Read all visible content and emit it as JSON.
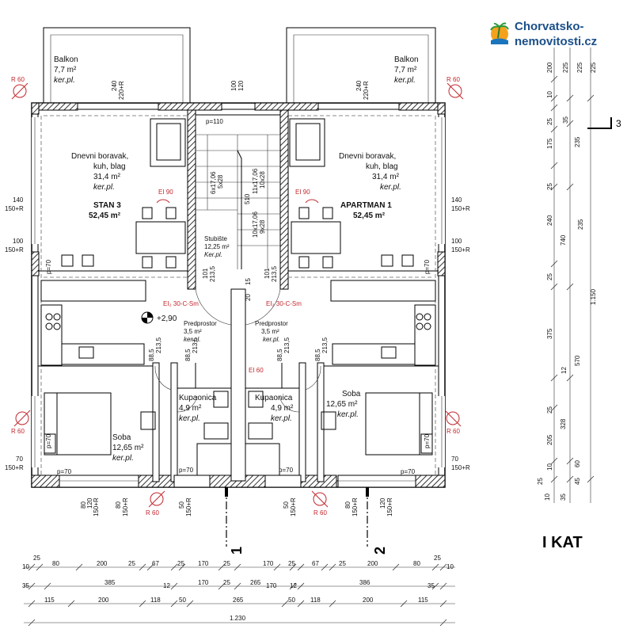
{
  "logo": {
    "line1": "Chorvatsko-",
    "line2": "nemovitosti.cz"
  },
  "floor_title": "I KAT",
  "section_mark": "3",
  "section_cuts": [
    "1",
    "2"
  ],
  "rooms": {
    "balkon_left": {
      "name": "Balkon",
      "area": "7,7 m²",
      "floor": "ker.pl."
    },
    "balkon_right": {
      "name": "Balkon",
      "area": "7,7 m²",
      "floor": "ker.pl."
    },
    "living_left": {
      "name1": "Dnevni boravak,",
      "name2": "kuh, blag",
      "area": "31,4 m²",
      "floor": "ker.pl."
    },
    "living_right": {
      "name1": "Dnevni boravak,",
      "name2": "kuh, blag",
      "area": "31,4 m²",
      "floor": "ker.pl."
    },
    "stan3": {
      "name": "STAN 3",
      "area": "52,45 m²"
    },
    "apartman1": {
      "name": "APARTMAN 1",
      "area": "52,45 m²"
    },
    "stubiste": {
      "name": "Stubište",
      "area": "12,25 m²",
      "floor": "Ker.pl."
    },
    "predprostor_left": {
      "name": "Predprostor",
      "area": "3,5 m²",
      "floor": "ker.pl."
    },
    "predprostor_right": {
      "name": "Predprostor",
      "area": "3,5 m²",
      "floor": "ker.pl."
    },
    "kupaonica_left": {
      "name": "Kupaonica",
      "area": "4,9 m²",
      "floor": "ker.pl."
    },
    "kupaonica_right": {
      "name": "Kupaonica",
      "area": "4,9 m²",
      "floor": "ker.pl."
    },
    "soba_left": {
      "name": "Soba",
      "area": "12,65 m²",
      "floor": "ker.pl."
    },
    "soba_right": {
      "name": "Soba",
      "area": "12,65 m²",
      "floor": "ker.pl."
    }
  },
  "labels": {
    "r60": "R 60",
    "ei90": "EI 90",
    "ei60": "EI 60",
    "ei2": "EI₂ 30-C-Sm",
    "level": "+2,90",
    "p110": "p=110",
    "p70": "p=70",
    "stairs_a": "6x17,06",
    "stairs_a2": "5x28",
    "stairs_b": "11x17,06",
    "stairs_b2": "10x28",
    "stairs_c": "10x17,06",
    "stairs_c2": "9x28",
    "s510": "510",
    "s101": "101",
    "s2135": "213,5",
    "s885": "88,5",
    "s20": "20",
    "s15": "15"
  },
  "window_dims": {
    "top_240": "240",
    "top_220r": "220+R",
    "top_100": "100",
    "top_120": "120",
    "side_140": "140",
    "side_150r": "150+R",
    "side_100": "100",
    "side_70": "70",
    "bot_80": "80",
    "bot_120": "120",
    "bot_50": "50"
  },
  "right_dims": {
    "col1": [
      "200",
      "10",
      "25",
      "175",
      "25",
      "240",
      "25",
      "375",
      "12",
      "25",
      "205",
      "10",
      "25",
      "10"
    ],
    "col2": [
      "225",
      "35",
      "235",
      "740",
      "570",
      "328",
      "60",
      "45",
      "35"
    ],
    "col3": [
      "225",
      "1.150"
    ]
  },
  "bottom_dims": {
    "row1": [
      "25",
      "10",
      "80",
      "200",
      "25",
      "67",
      "25",
      "170",
      "25",
      "170",
      "25",
      "67",
      "25",
      "200",
      "80",
      "25",
      "10"
    ],
    "row2": [
      "35",
      "385",
      "12",
      "170",
      "25",
      "265",
      "170",
      "12",
      "386",
      "35"
    ],
    "row3": [
      "115",
      "200",
      "118",
      "50",
      "265",
      "50",
      "118",
      "200",
      "115"
    ],
    "total": "1.230"
  }
}
